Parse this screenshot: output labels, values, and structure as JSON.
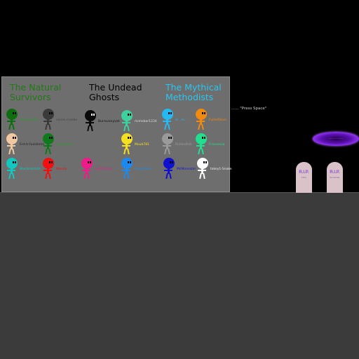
{
  "prompt": "...... \"Press Space\"",
  "portal_label": "...................",
  "teams": [
    {
      "title_line1": "The Natural",
      "title_line2": "Survivors",
      "color": "#1f7a12"
    },
    {
      "title_line1": "The Undead",
      "title_line2": "Ghosts",
      "color": "#000000"
    },
    {
      "title_line1": "The Mythical",
      "title_line2": "Methodists",
      "color": "#29c6f0"
    }
  ],
  "characters": [
    {
      "name": "mimantyfire",
      "color": "#0f6e0f",
      "label_color": "#2aa02a"
    },
    {
      "name": "ceiros-rnsebe",
      "color": "#3a3a3a",
      "label_color": "#444444"
    },
    {
      "name": "Burrovanyvat",
      "color": "#0a0a0a",
      "label_color": "#111111"
    },
    {
      "name": "mimebar1234",
      "color": "#3fd0a0",
      "label_color": "#dddddd"
    },
    {
      "name": "tc...m..",
      "color": "#26b8f0",
      "label_color": "#26b8f0"
    },
    {
      "name": "FullerDison",
      "color": "#f08a10",
      "label_color": "#f08a10"
    },
    {
      "name": "Ent-tr-fuzidente",
      "color": "#f2c8a0",
      "label_color": "#222222"
    },
    {
      "name": "Fancyzone",
      "color": "#0f7a1a",
      "label_color": "#2aa02a"
    },
    {
      "name": "Moub781",
      "color": "#f5e020",
      "label_color": "#f5e020"
    },
    {
      "name": "Riddedfolk",
      "color": "#9a9a9a",
      "label_color": "#9a9a9a"
    },
    {
      "name": "Francessa",
      "color": "#20e090",
      "label_color": "#20e090"
    },
    {
      "name": "Blackslashite",
      "color": "#10c8c0",
      "label_color": "#10c8c0"
    },
    {
      "name": "Woody",
      "color": "#f01010",
      "label_color": "#f01010"
    },
    {
      "name": "Swiftsnicky",
      "color": "#f01a8a",
      "label_color": "#f01a8a"
    },
    {
      "name": "Roughtelle",
      "color": "#1a8af0",
      "label_color": "#1a8af0"
    },
    {
      "name": "McMoonster",
      "color": "#1010d0",
      "label_color": "#1010d0"
    },
    {
      "name": "tokey1-Snake",
      "color": "#ffffff",
      "label_color": "#eeeeee"
    }
  ],
  "tombstones": [
    {
      "rip": "R.I.P.",
      "name": "Fizzy"
    },
    {
      "rip": "R.I.P.",
      "name": "Somebody"
    }
  ]
}
